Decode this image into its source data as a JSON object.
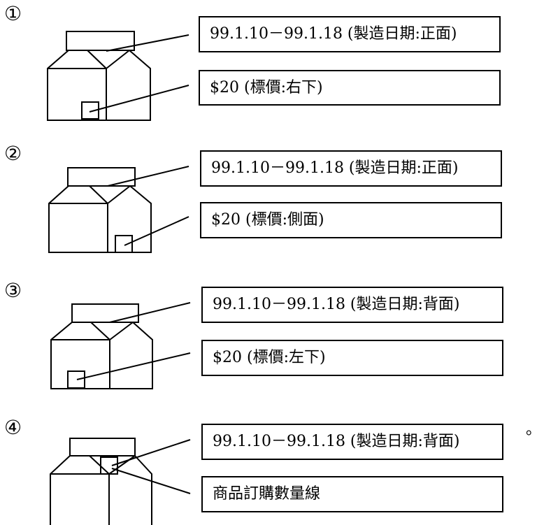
{
  "options": [
    {
      "marker": "①",
      "label_top": "99.1.10－99.1.18 (製造日期:正面)",
      "label_bottom": "$20 (標價:右下)"
    },
    {
      "marker": "②",
      "label_top": "99.1.10－99.1.18 (製造日期:正面)",
      "label_bottom": "$20 (標價:側面)"
    },
    {
      "marker": "③",
      "label_top": "99.1.10－99.1.18 (製造日期:背面)",
      "label_bottom": "$20 (標價:左下)"
    },
    {
      "marker": "④",
      "label_top": "99.1.10－99.1.18 (製造日期:背面)",
      "label_bottom": "商品訂購數量線"
    }
  ],
  "trailing_mark": "。"
}
